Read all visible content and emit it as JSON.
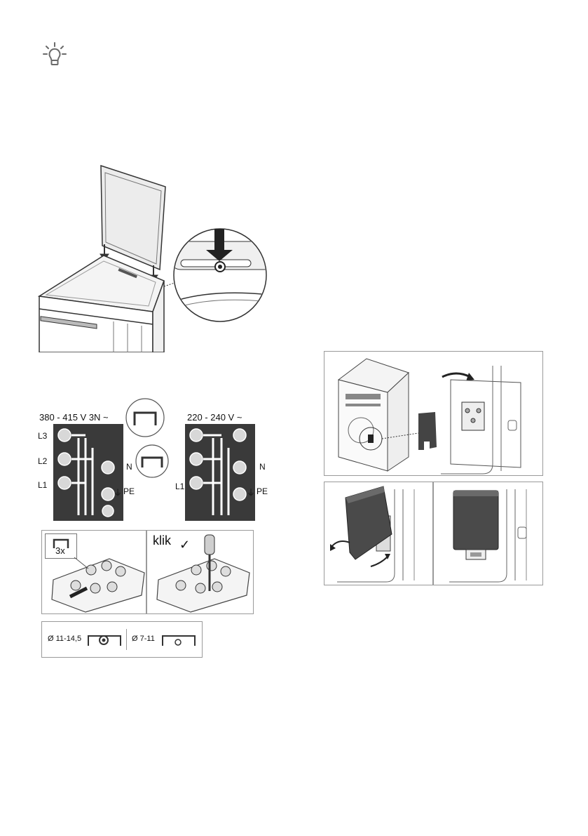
{
  "tip_icon": "lightbulb-icon",
  "wiring": {
    "left_voltage": "380 - 415 V 3N ~",
    "right_voltage": "220 - 240 V ~",
    "left_terminals": [
      "L3",
      "L2",
      "L1"
    ],
    "left_n": "N",
    "left_pe": "PE",
    "right_l1": "L1",
    "right_n": "N",
    "right_pe": "PE"
  },
  "bridge": {
    "count_label": "3x"
  },
  "screw": {
    "klik_label": "klik"
  },
  "cable": {
    "label_large": "Ø 11-14,5",
    "label_small": "Ø 7-11"
  }
}
